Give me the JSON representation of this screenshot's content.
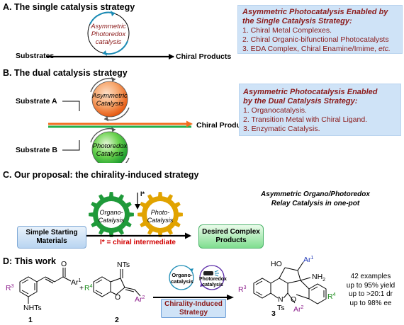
{
  "sectionA": {
    "title": "A. The single catalysis strategy",
    "circle_text": [
      "Asymmetric",
      "Photoredox",
      "catalysis"
    ],
    "substrates": "Substrates",
    "product": "Chiral Products",
    "box_title_lines": [
      "Asymmetric Photocatalysis Enabled by",
      "the Single Catalysis Strategy:"
    ],
    "box_items": [
      "1. Chiral Metal Complexes.",
      "2. Chiral Organic-bifunctional Photocatalysts"
    ],
    "box_item3_prefix": "3. EDA Complex, Chiral Enamine/Imime, ",
    "box_item3_etc": "etc."
  },
  "sectionB": {
    "title": "B. The dual catalysis strategy",
    "substrate_a": "Substrate A",
    "substrate_b": "Substrate B",
    "circle_top": [
      "Asymmetric",
      "Catalysis"
    ],
    "circle_bottom": [
      "Photoredox",
      "Catalysis"
    ],
    "product": "Chiral Products",
    "box_title_lines": [
      "Asymmetric  Photocatalysis Enabled",
      "by the Dual Catalysis Strategy:"
    ],
    "box_items": [
      "1. Organocatalysis.",
      "2. Transition Metal with Chiral Ligand.",
      "3. Enzymatic Catalysis."
    ]
  },
  "sectionC": {
    "title": "C. Our proposal: the chirality-induced strategy",
    "gear_left": [
      "Organo-",
      "Catalysis"
    ],
    "gear_right": [
      "Photo-",
      "Catalysis"
    ],
    "istar": "I*",
    "heading_lines": [
      "Asymmetric Organo/Photoredox",
      "Relay Catalysis in one-pot"
    ],
    "start_lines": [
      "Simple Starting",
      "Materials"
    ],
    "end_lines": [
      "Desired Complex",
      "Products"
    ],
    "intermediate": "I* = chiral intermediate"
  },
  "sectionD": {
    "title": "D: This work",
    "compound1": "1",
    "compound2": "2",
    "compound3": "3",
    "organo_label": [
      "Organo-",
      "catalysis"
    ],
    "photo_label": [
      "Photoredox",
      "catalysis"
    ],
    "strategy_lines": [
      "Chirality-Induced",
      "Strategy"
    ],
    "results": [
      "42 examples",
      "up to 95% yield",
      "up to >20:1 dr",
      "up to 98% ee"
    ],
    "struct_labels": {
      "o": "O",
      "ar1": "Ar",
      "sup1": "1",
      "nhts": "NHTs",
      "r3": "R",
      "sup3": "3",
      "plus": "+",
      "r4": "R",
      "sup4": "4",
      "nts": "NTs",
      "ar2": "Ar",
      "sup2": "2",
      "ho": "HO",
      "nh2": "NH",
      "sub2": "2",
      "n": "N",
      "ts": "Ts"
    }
  },
  "colors": {
    "box_bg": "#cfe3f7",
    "box_text": "#8b1a1a",
    "orange": "#f26c1f",
    "green": "#22b14c",
    "gear_green": "#1f9a3a",
    "gear_gold": "#e1a300",
    "blue_r": "#1a33b5",
    "purple": "#8b1a8b"
  }
}
